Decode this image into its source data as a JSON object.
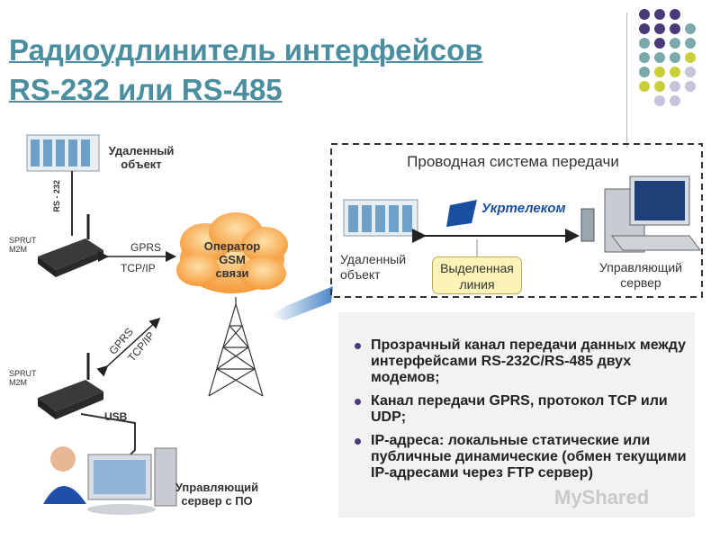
{
  "title": {
    "line1": "Радиоудлинитель интерфейсов",
    "line2": "RS-232 или RS-485"
  },
  "left": {
    "remote_object": "Удаленный\nобъект",
    "rs232_label": "RS - 232",
    "modem1_label": "SPRUT\nM2M",
    "gprs_tcp_top": {
      "gprs": "GPRS",
      "tcp": "TCP/IP"
    },
    "operator": "Оператор\nGSM\nсвязи",
    "gprs_tcp_bottom": {
      "gprs": "GPRS",
      "tcp": "TCP/IP"
    },
    "modem2_label": "SPRUT\nM2M",
    "usb_label": "USB",
    "server": "Управляющий\nсервер с ПО"
  },
  "wired": {
    "title": "Проводная система передачи",
    "remote_object": "Удаленный\nобъект",
    "leased_line": "Выделенная\nлиния",
    "server": "Управляющий\nсервер",
    "provider_logo": "Укртелеком"
  },
  "bullets": [
    "Прозрачный канал передачи данных между интерфейсами RS-232С/RS-485 двух модемов;",
    "Канал передачи GPRS, протокол TCP или UDP;",
    "IP-адреса: локальные статические или публичные динамические (обмен текущими IP-адресами через FTP сервер)"
  ],
  "watermark": "MyShared",
  "colors": {
    "title": "#4a8ea0",
    "dot_purple": "#4a3a7a",
    "dot_teal": "#7aa8ab",
    "dot_yellow": "#c8cf3a",
    "dot_lilac": "#c8c2da",
    "cloud": "#f5a24a",
    "arrow_blue": "#4a86c8"
  }
}
